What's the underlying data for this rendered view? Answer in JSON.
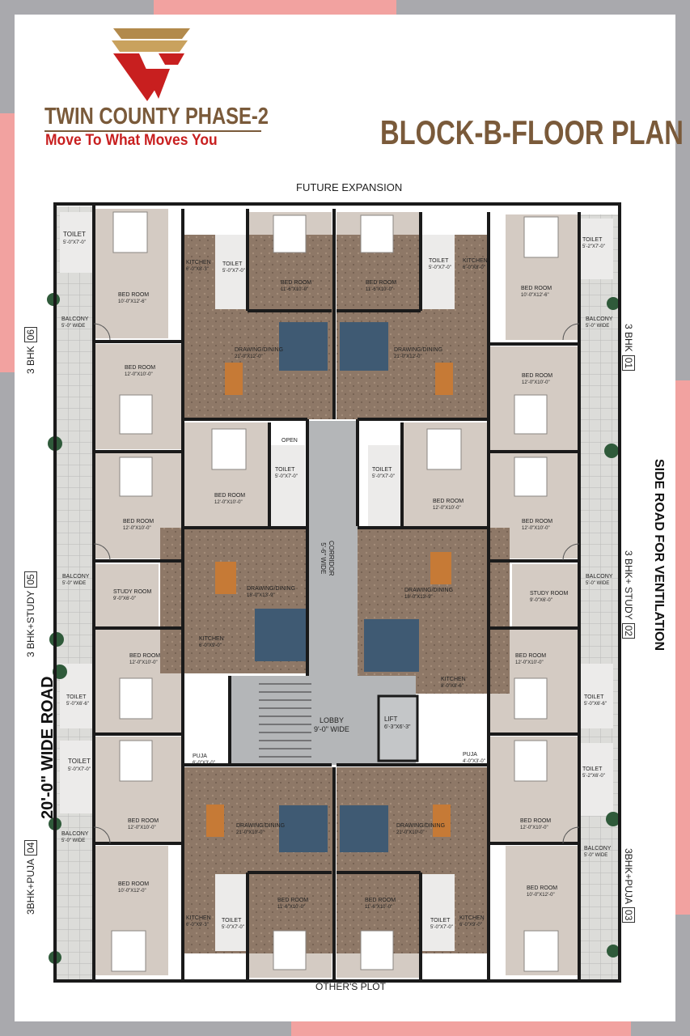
{
  "brand": {
    "name": "TWIN COUNTY PHASE-2",
    "tagline": "Move To What Moves You"
  },
  "title": "BLOCK-B-FLOOR PLAN",
  "edges": {
    "top": "FUTURE EXPANSION",
    "bottom": "OTHER'S PLOT",
    "left": "20'-0\" WIDE ROAD",
    "right": "SIDE ROAD FOR VENTILATION"
  },
  "units": {
    "u01": {
      "type": "3 BHK",
      "no": "01"
    },
    "u02": {
      "type": "3 BHK+ STUDY",
      "no": "02"
    },
    "u03": {
      "type": "3BHK+PUJA",
      "no": "03"
    },
    "u04": {
      "type": "3BHK+PUJA",
      "no": "04"
    },
    "u05": {
      "type": "3 BHK+STUDY",
      "no": "05"
    },
    "u06": {
      "type": "3 BHK",
      "no": "06"
    }
  },
  "rooms": {
    "toilet_a": {
      "name": "TOILET",
      "size": "5'-0\"X7'-0\""
    },
    "toilet_b": {
      "name": "TOILET",
      "size": "5'-0\"X7'-0\""
    },
    "toilet_c": {
      "name": "TOILET",
      "size": "5'-0\"X7'-0\""
    },
    "toilet_d": {
      "name": "TOILET",
      "size": "5'-2\"X7'-0\""
    },
    "kitchen_tl": {
      "name": "KITCHEN",
      "size": "6'-0\"X8'-3\""
    },
    "kitchen_tr": {
      "name": "KITCHEN",
      "size": "6'-0\"X8'-0\""
    },
    "bed_tl": {
      "name": "BED ROOM",
      "size": "10'-0\"X12'-6\""
    },
    "bed_tc1": {
      "name": "BED ROOM",
      "size": "11'-6\"X10'-0\""
    },
    "bed_tc2": {
      "name": "BED ROOM",
      "size": "11'-6\"X10'-0\""
    },
    "bed_tr": {
      "name": "BED ROOM",
      "size": "10'-0\"X12'-6\""
    },
    "balcony_tl": {
      "name": "BALCONY",
      "size": "5'-0\" WIDE"
    },
    "balcony_tr": {
      "name": "BALCONY",
      "size": "5'-0\" WIDE"
    },
    "dd_tl": {
      "name": "DRAWING/DINING",
      "size": "21'-0\"X12'-0\""
    },
    "dd_tr": {
      "name": "DRAWING/DINING",
      "size": "21'-0\"X12'-0\""
    },
    "bed_l2": {
      "name": "BED ROOM",
      "size": "12'-0\"X10'-0\""
    },
    "bed_r2": {
      "name": "BED ROOM",
      "size": "12'-0\"X10'-0\""
    },
    "open": "OPEN",
    "bed_ml": {
      "name": "BED ROOM",
      "size": "12'-0\"X10'-0\""
    },
    "toilet_ml": {
      "name": "TOILET",
      "size": "5'-0\"X7'-0\""
    },
    "toilet_mr": {
      "name": "TOILET",
      "size": "5'-0\"X7'-0\""
    },
    "bed_mr": {
      "name": "BED ROOM",
      "size": "12'-0\"X10'-0\""
    },
    "bed_l3": {
      "name": "BED ROOM",
      "size": "12'-0\"X10'-0\""
    },
    "bed_r3": {
      "name": "BED ROOM",
      "size": "12'-0\"X10'-0\""
    },
    "corridor": {
      "name": "CORRIDOR",
      "size": "5'-6\" WIDE"
    },
    "balcony_ml": {
      "name": "BALCONY",
      "size": "5'-0\" WIDE"
    },
    "balcony_mr": {
      "name": "BALCONY",
      "size": "5'-0\" WIDE"
    },
    "study_l": {
      "name": "STUDY ROOM",
      "size": "9'-0\"X6'-0\""
    },
    "study_r": {
      "name": "STUDY ROOM",
      "size": "9'-0\"X6'-0\""
    },
    "dd_ml": {
      "name": "DRAWING/DINING",
      "size": "18'-0\"X13'-9\""
    },
    "dd_mr": {
      "name": "DRAWING/DINING",
      "size": "18'-0\"X13'-9\""
    },
    "kitchen_ml": {
      "name": "KITCHEN",
      "size": "6'-0\"X9'-0\""
    },
    "kitchen_mr": {
      "name": "KITCHEN",
      "size": "8'-0\"X8'-6\""
    },
    "bed_l4": {
      "name": "BED ROOM",
      "size": "12'-0\"X10'-0\""
    },
    "bed_r4": {
      "name": "BED ROOM",
      "size": "12'-0\"X10'-0\""
    },
    "toilet_l4": {
      "name": "TOILET",
      "size": "5'-0\"X6'-6\""
    },
    "toilet_r4": {
      "name": "TOILET",
      "size": "5'-0\"X6'-6\""
    },
    "lobby": {
      "name": "LOBBY",
      "size": "9'-0\" WIDE"
    },
    "lift": {
      "name": "LIFT",
      "size": "6'-3\"X6'-3\""
    },
    "puja_l": {
      "name": "PUJA",
      "size": "6'-0\"X3'-0\""
    },
    "puja_r": {
      "name": "PUJA",
      "size": "4'-0\"X3'-0\""
    },
    "toilet_l5": {
      "name": "TOILET",
      "size": "5'-0\"X7'-0\""
    },
    "toilet_r5": {
      "name": "TOILET",
      "size": "5'-2\"X6'-0\""
    },
    "bed_l5": {
      "name": "BED ROOM",
      "size": "12'-0\"X10'-0\""
    },
    "bed_r5": {
      "name": "BED ROOM",
      "size": "12'-0\"X10'-0\""
    },
    "dd_bl": {
      "name": "DRAWING/DINING",
      "size": "21'-0\"X10'-0\""
    },
    "dd_br": {
      "name": "DRAWING/DINING",
      "size": "21'-0\"X10'-0\""
    },
    "balcony_bl": {
      "name": "BALCONY",
      "size": "5'-0\" WIDE"
    },
    "balcony_br": {
      "name": "BALCONY",
      "size": "5'-0\" WIDE"
    },
    "bed_bl": {
      "name": "BED ROOM",
      "size": "10'-0\"X12'-0\""
    },
    "bed_bc1": {
      "name": "BED ROOM",
      "size": "11'-6\"X10'-0\""
    },
    "bed_bc2": {
      "name": "BED ROOM",
      "size": "11'-6\"X10'-0\""
    },
    "bed_br": {
      "name": "BED ROOM",
      "size": "10'-0\"X12'-0\""
    },
    "kitchen_bl": {
      "name": "KITCHEN",
      "size": "6'-0\"X9'-3\""
    },
    "kitchen_br": {
      "name": "KITCHEN",
      "size": "6'-0\"X9'-0\""
    },
    "toilet_bl": {
      "name": "TOILET",
      "size": "5'-0\"X7'-0\""
    },
    "toilet_br": {
      "name": "TOILET",
      "size": "5'-0\"X7'-0\""
    }
  },
  "colors": {
    "frame": "#a9a9ad",
    "accent_pink": "#f2a2a0",
    "brand_brown": "#7a5a3a",
    "brand_red": "#c81f1f",
    "wall": "#1a1a1a",
    "room_floor": "#d4cbc3",
    "living_floor": "#8f7a69",
    "corridor_floor": "#b4b6b8",
    "balcony_tile": "#d8d8d6"
  }
}
